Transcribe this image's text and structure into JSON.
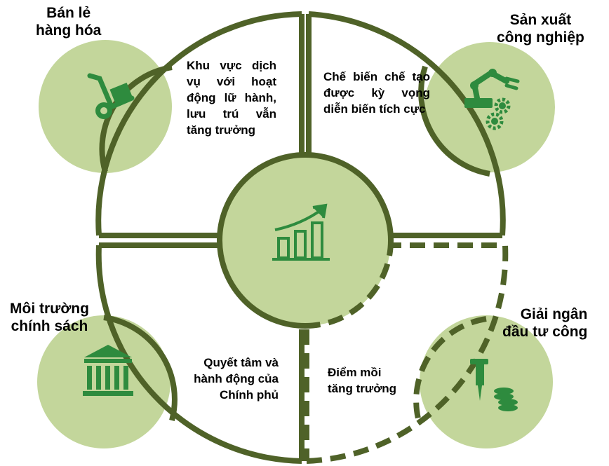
{
  "colors": {
    "outline": "#4f6228",
    "light_circle": "#c3d69b",
    "icon": "#2e8b3e",
    "background": "#ffffff"
  },
  "corners": {
    "top_left": {
      "line1": "Bán lẻ",
      "line2": "hàng hóa",
      "icon": "hand-truck-icon"
    },
    "top_right": {
      "line1": "Sản xuất",
      "line2": "công nghiệp",
      "icon": "robot-arm-gears-icon"
    },
    "bottom_left": {
      "line1": "Môi trường",
      "line2": "chính sách",
      "icon": "government-building-icon"
    },
    "bottom_right": {
      "line1": "Giải ngân",
      "line2": "đầu tư công",
      "icon": "jackhammer-coins-icon"
    }
  },
  "center": {
    "icon": "growth-chart-icon"
  },
  "quadrants": {
    "top_left": "Khu vực dịch vụ với hoạt động lữ hành, lưu trú vẫn tăng trưởng",
    "top_right": "Chế biến chế tạo được kỳ vọng diễn biến tích cực",
    "bottom_left": [
      "Quyết tâm và",
      "hành động của",
      "Chính phủ"
    ],
    "bottom_right": [
      "Điểm mồi",
      "tăng trưởng"
    ]
  }
}
